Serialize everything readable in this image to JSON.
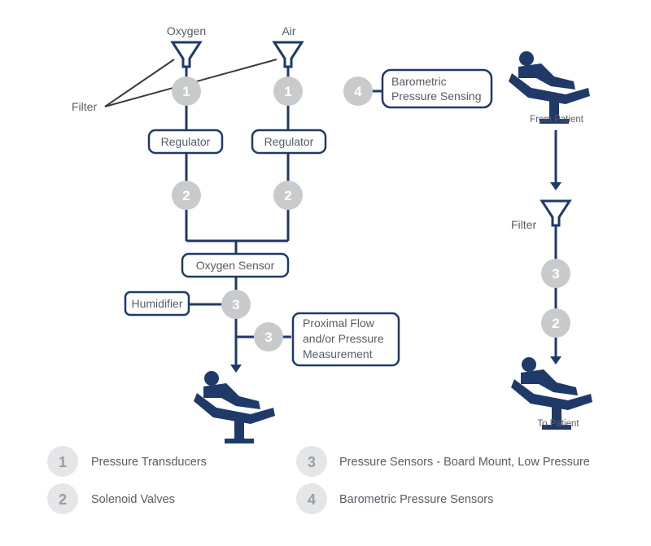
{
  "inputs": {
    "oxygen": "Oxygen",
    "air": "Air"
  },
  "filter_left": "Filter",
  "filter_right": "Filter",
  "regulator_left": "Regulator",
  "regulator_right": "Regulator",
  "oxygen_sensor": "Oxygen Sensor",
  "humidifier": "Humidifier",
  "proximal": {
    "line1": "Proximal Flow",
    "line2": "and/or Pressure",
    "line3": "Measurement"
  },
  "barometric": {
    "line1": "Barometric",
    "line2": "Pressure Sensing"
  },
  "from_patient": "From Patient",
  "to_patient": "To Patient",
  "badges": {
    "o2_transducer": "1",
    "air_transducer": "1",
    "o2_valve": "2",
    "air_valve": "2",
    "humid_sensor": "3",
    "proximal_sensor": "3",
    "baro_sensor": "4",
    "return_sensor": "3",
    "return_valve": "2"
  },
  "legend": [
    {
      "num": "1",
      "text": "Pressure Transducers"
    },
    {
      "num": "2",
      "text": "Solenoid Valves"
    },
    {
      "num": "3",
      "text": "Pressure Sensors - Board Mount, Low Pressure"
    },
    {
      "num": "4",
      "text": "Barometric Pressure Sensors"
    }
  ],
  "colors": {
    "navy": "#1f3a68",
    "badge_gray": "#c9cacc",
    "legend_gray": "#e5e6e8",
    "label_gray": "#555d66"
  }
}
